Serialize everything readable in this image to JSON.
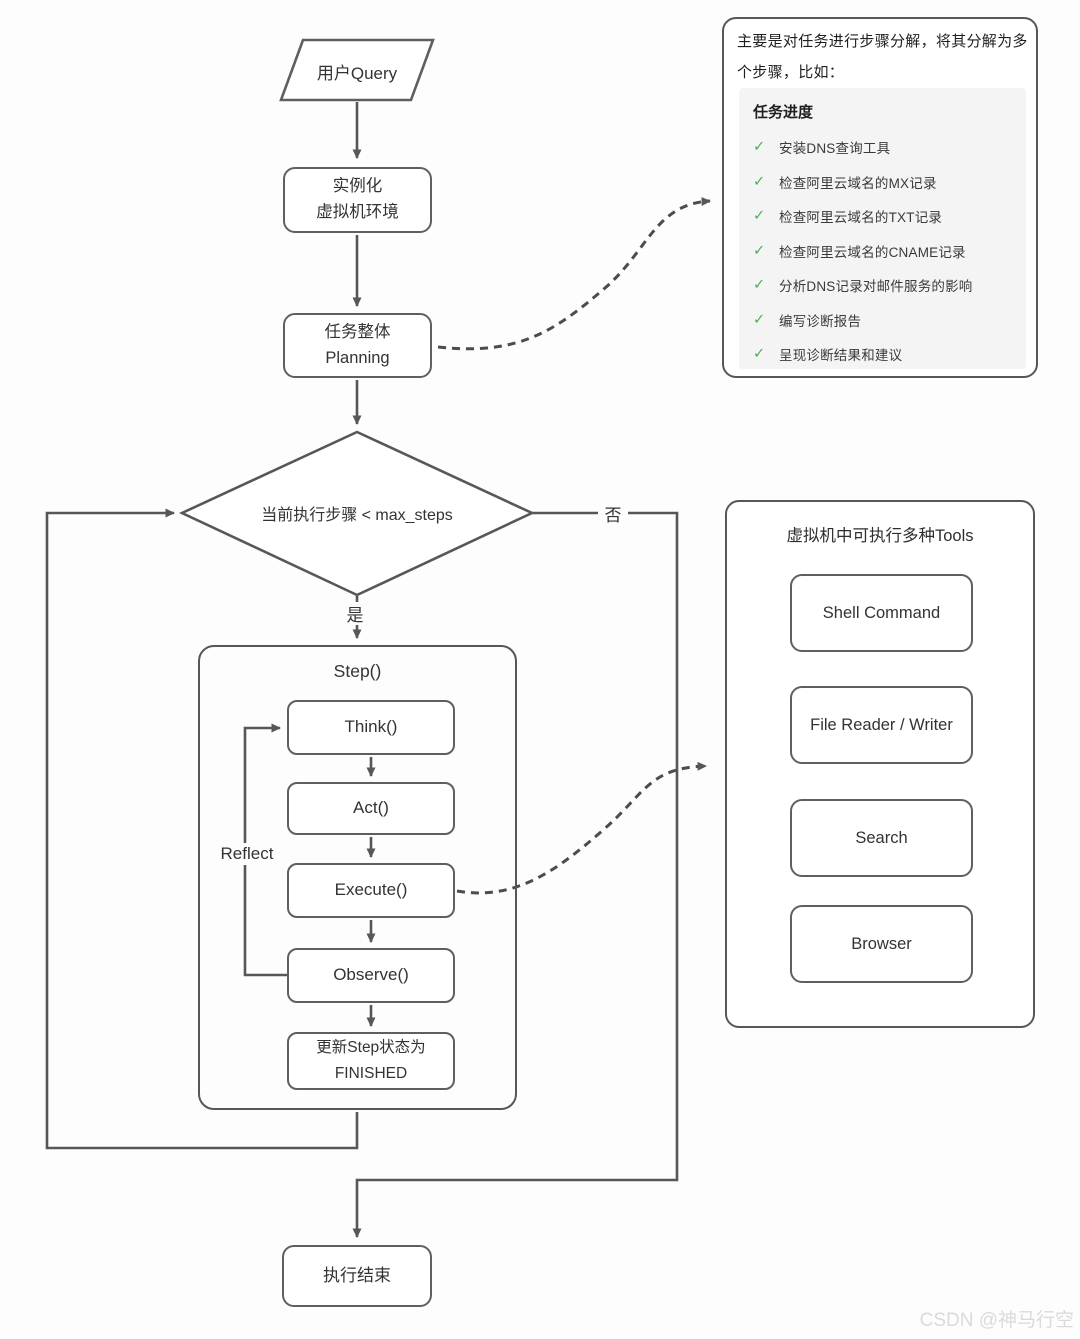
{
  "flow": {
    "query": "用户Query",
    "init_line1": "实例化",
    "init_line2": "虚拟机环境",
    "planning_line1": "任务整体",
    "planning_line2": "Planning",
    "condition": "当前执行步骤 < max_steps",
    "yes_label": "是",
    "no_label": "否",
    "step_title": "Step()",
    "step_items": [
      "Think()",
      "Act()",
      "Execute()",
      "Observe()"
    ],
    "finish_line1": "更新Step状态为",
    "finish_line2": "FINISHED",
    "reflect_label": "Reflect",
    "end": "执行结束"
  },
  "plan_panel": {
    "intro": "主要是对任务进行步骤分解，将其分解为多个步骤，比如：",
    "card_title": "任务进度",
    "check_glyph": "✓",
    "items": [
      "安装DNS查询工具",
      "检查阿里云域名的MX记录",
      "检查阿里云域名的TXT记录",
      "检查阿里云域名的CNAME记录",
      "分析DNS记录对邮件服务的影响",
      "编写诊断报告",
      "呈现诊断结果和建议"
    ]
  },
  "tools_panel": {
    "title": "虚拟机中可执行多种Tools",
    "tools": [
      "Shell Command",
      "File Reader / Writer",
      "Search",
      "Browser"
    ]
  },
  "watermark": "CSDN @神马行空",
  "colors": {
    "line": "#55575a",
    "box_border": "#5d5f63",
    "text": "#333333",
    "card_bg": "#f4f4f4",
    "check_green": "#4caf50",
    "watermark_gray": "#dadada"
  }
}
